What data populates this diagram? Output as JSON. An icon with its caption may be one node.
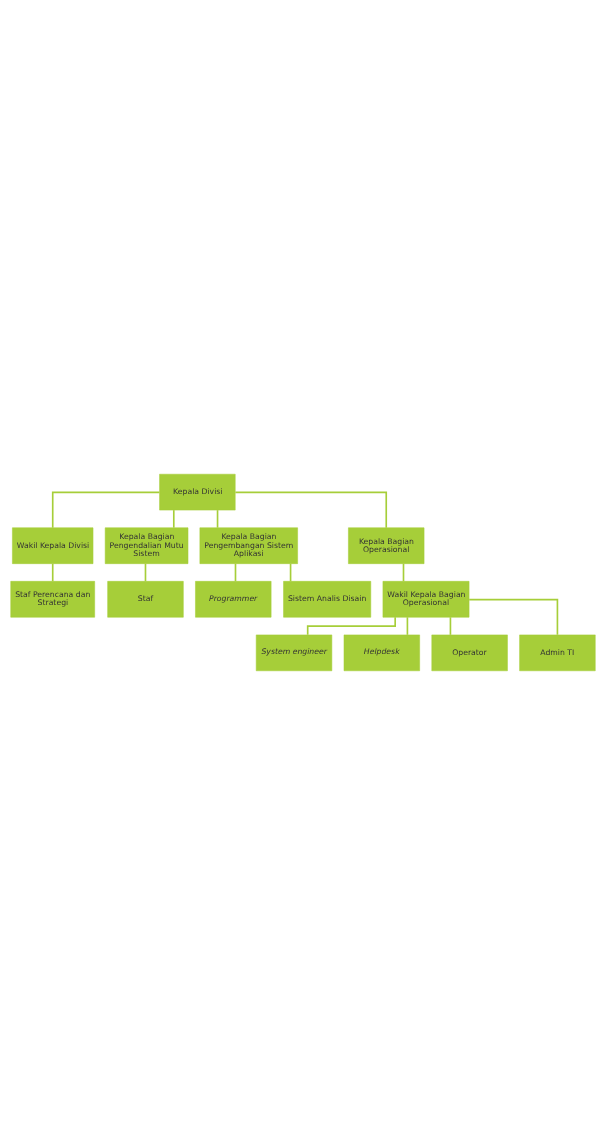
{
  "diagram": {
    "nodes": [
      {
        "text": [
          "Kepala Divisi"
        ]
      },
      {
        "text": [
          "Wakil Kepala Divisi"
        ]
      },
      {
        "text": [
          "Staf Perencana dan Strategi"
        ]
      },
      {
        "text": [
          "Kepala Bagian Pengendalian Mutu Sistem"
        ]
      },
      {
        "text": [
          "Kepala Bagian Pengembangan Sistem Aplikasi"
        ]
      },
      {
        "text": [
          "Kepala Bagian Operasional"
        ]
      },
      {
        "text": [
          "Staf"
        ]
      },
      {
        "text": [
          "Programmer"
        ]
      },
      {
        "text": [
          "Sistem Analis Disain"
        ]
      },
      {
        "text": [
          "Wakil Kepala Bagian Operasional"
        ]
      },
      {
        "text": [
          "System engineer"
        ]
      },
      {
        "text": [
          "Helpdesk"
        ]
      },
      {
        "text": [
          "Operator"
        ]
      },
      {
        "text": [
          "Admin TI"
        ]
      }
    ],
    "edges": [
      {
        "from": 0,
        "to": 1,
        "arrow": "none"
      },
      {
        "from": 1,
        "to": 2,
        "arrow": "none"
      },
      {
        "from": 0,
        "to": 3,
        "arrow": "none"
      },
      {
        "from": 0,
        "to": 4,
        "arrow": "none"
      },
      {
        "from": 0,
        "to": 5,
        "arrow": "none"
      },
      {
        "from": 3,
        "to": 6,
        "arrow": "none"
      },
      {
        "from": 4,
        "to": 7,
        "arrow": "none"
      },
      {
        "from": 4,
        "to": 8,
        "arrow": "none"
      },
      {
        "from": 5,
        "to": 9,
        "arrow": "none"
      },
      {
        "from": 9,
        "to": 10,
        "arrow": "none"
      },
      {
        "from": 9,
        "to": 11,
        "arrow": "none"
      },
      {
        "from": 9,
        "to": 12,
        "arrow": "none"
      },
      {
        "from": 9,
        "to": 13,
        "arrow": "none"
      }
    ]
  }
}
